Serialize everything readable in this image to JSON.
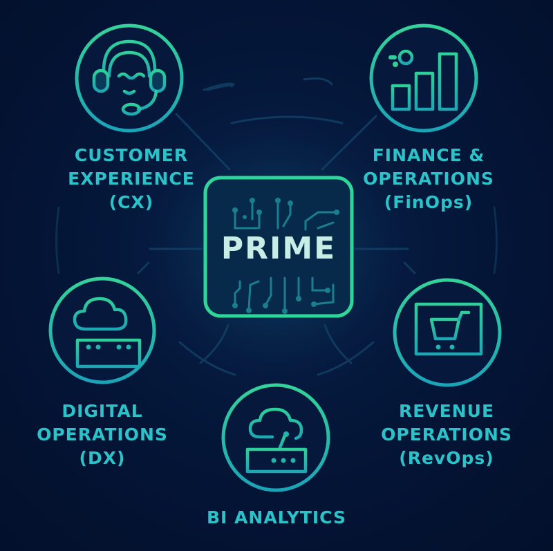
{
  "diagram": {
    "title": "PRIME",
    "center": {
      "label": "PRIME",
      "icon": "circuit-board-icon"
    },
    "colors": {
      "background": "#041435",
      "ring_top": "#34d399",
      "ring_bottom": "#1ba3b8",
      "label_text": "#2bc3c9",
      "center_text": "#c8ece6",
      "connector": "#123e63"
    },
    "nodes": [
      {
        "id": "cx",
        "icon": "headset-icon",
        "lines": [
          "CUSTOMER",
          "EXPERIENCE",
          "(CX)"
        ]
      },
      {
        "id": "finops",
        "icon": "bar-chart-icon",
        "lines": [
          "FINANCE &",
          "OPERATIONS",
          "(FinOps)"
        ]
      },
      {
        "id": "dx",
        "icon": "cloud-server-icon",
        "lines": [
          "DIGITAL",
          "OPERATIONS",
          "(DX)"
        ]
      },
      {
        "id": "revops",
        "icon": "monitor-cart-icon",
        "lines": [
          "REVENUE",
          "OPERATIONS",
          "(RevOps)"
        ]
      },
      {
        "id": "bi",
        "icon": "cloud-router-icon",
        "lines": [
          "BI ANALYTICS"
        ]
      }
    ]
  }
}
